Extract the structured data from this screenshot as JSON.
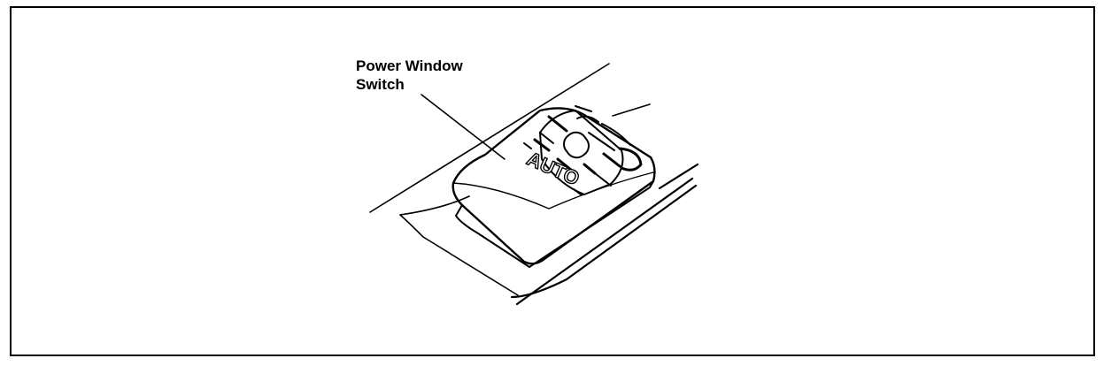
{
  "callout": {
    "line1": "Power Window",
    "line2": "Switch"
  },
  "switch_labels": {
    "auto": "AUTO"
  },
  "colors": {
    "ink": "#000000",
    "background": "#ffffff"
  }
}
